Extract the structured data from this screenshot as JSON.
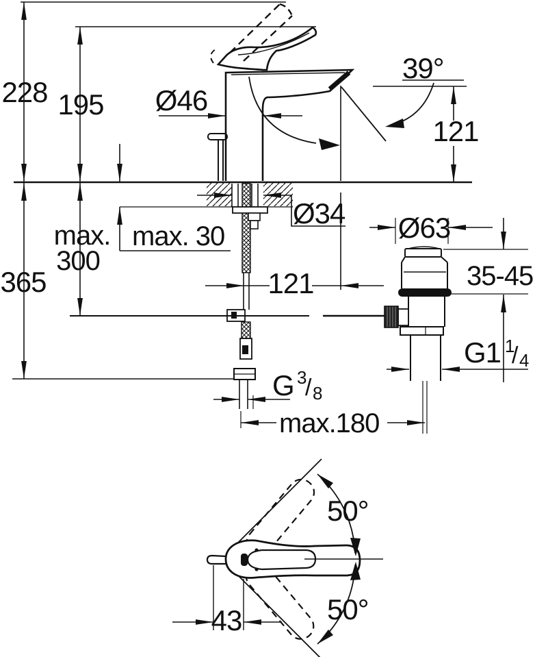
{
  "labels": {
    "total_height": "228",
    "spout_top_height": "195",
    "body_diameter": "Ø46",
    "spray_angle": "39°",
    "outlet_height": "121",
    "mount_hole_diameter": "Ø34",
    "deck_thickness": "max. 30",
    "below_deck_max_word": "max.",
    "below_deck_max_value": "300",
    "below_deck_total": "365",
    "spout_reach": "121",
    "waste_cap_diameter": "Ø63",
    "waste_height_range": "35-45",
    "waste_thread": {
      "base": "G1",
      "sup": "1",
      "slash": "/",
      "sub": "4"
    },
    "supply_thread": {
      "base": "G",
      "sup": "3",
      "slash": "/",
      "sub": "8"
    },
    "hose_length": "max.180",
    "handle_offset": "43",
    "handle_swivel_up": "50°",
    "handle_swivel_down": "50°"
  },
  "colors": {
    "line": "#111111",
    "background": "#ffffff"
  }
}
